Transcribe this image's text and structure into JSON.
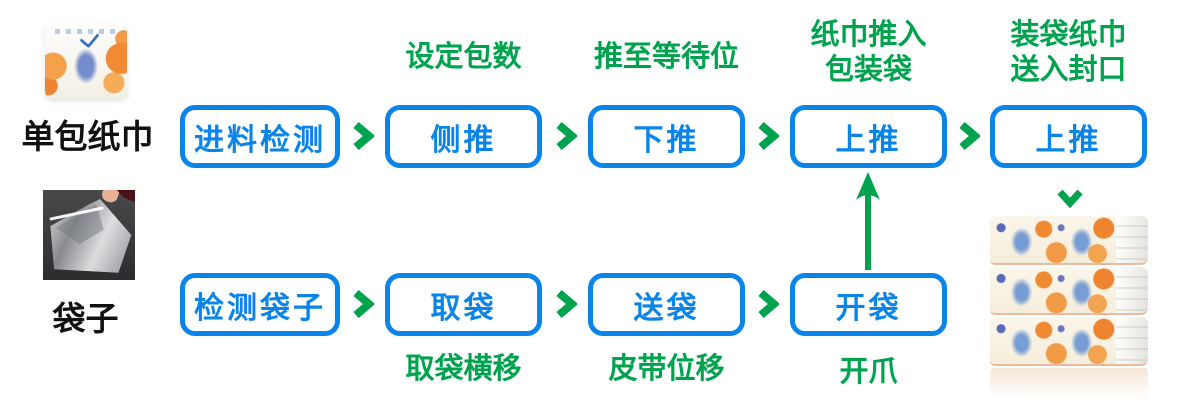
{
  "colors": {
    "box_blue": "#0A84E8",
    "arrow_green": "#00A34D",
    "label_black": "#111111"
  },
  "top_row": {
    "source_label": "单包纸巾",
    "boxes": [
      "进料检测",
      "侧推",
      "下推",
      "上推",
      "上推"
    ],
    "note_set_count": "设定包数",
    "note_push_wait": "推至等待位",
    "note_push_bag_line1": "纸巾推入",
    "note_push_bag_line2": "包装袋",
    "note_seal_line1": "装袋纸巾",
    "note_seal_line2": "送入封口"
  },
  "bottom_row": {
    "source_label": "袋子",
    "boxes": [
      "检测袋子",
      "取袋",
      "送袋",
      "开袋"
    ],
    "note_take_bag": "取袋横移",
    "note_belt": "皮带位移",
    "note_claw": "开爪"
  },
  "photos": {
    "tissue_pack": "single-tissue-pack",
    "plastic_bag": "plastic-bag",
    "product_stack": "bagged-tissue-stack"
  }
}
